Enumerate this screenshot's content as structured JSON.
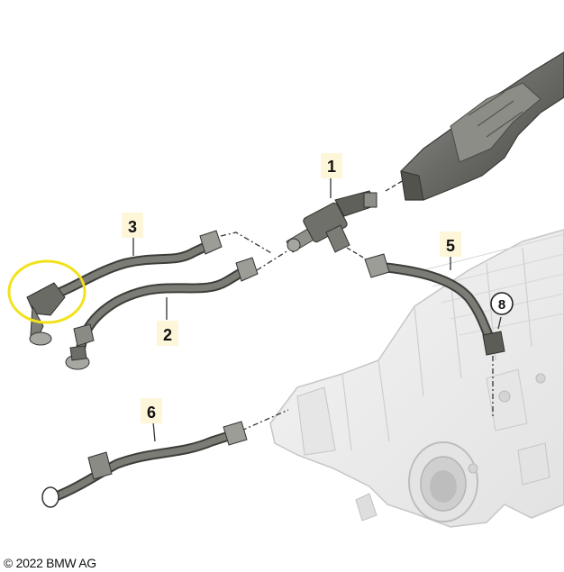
{
  "callouts": {
    "c1": "1",
    "c2": "2",
    "c3": "3",
    "c5": "5",
    "c6": "6",
    "c8": "8"
  },
  "copyright": "© 2022 BMW AG",
  "colors": {
    "hose": "#6f7069",
    "hose_dark": "#3d3e39",
    "engine_fill": "#eeeeee",
    "engine_line": "#c9c9c9",
    "label_bg": "#fdf6d8",
    "highlight_circle": "#f2e21a"
  }
}
